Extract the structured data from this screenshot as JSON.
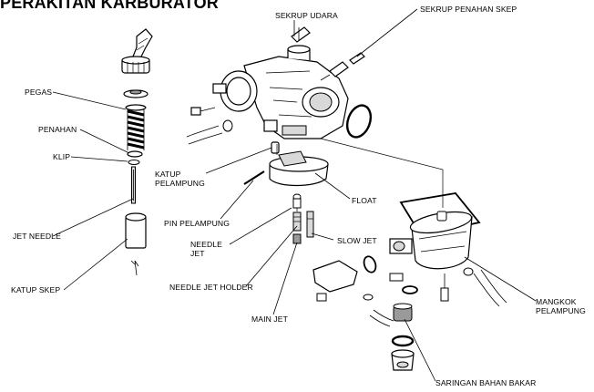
{
  "title": "PERAKITAN KARBURATOR",
  "labels": {
    "sekrup_udara": "SEKRUP UDARA",
    "sekrup_penahan_skep": "SEKRUP PENAHAN SKEP",
    "pegas": "PEGAS",
    "penahan": "PENAHAN",
    "klip": "KLIP",
    "katup_pelampung_1": "KATUP",
    "katup_pelampung_2": "PELAMPUNG",
    "float": "FLOAT",
    "pin_pelampung": "PIN PELAMPUNG",
    "jet_needle": "JET NEEDLE",
    "needle_jet_1": "NEEDLE",
    "needle_jet_2": "JET",
    "slow_jet": "SLOW JET",
    "katup_skep": "KATUP SKEP",
    "needle_jet_holder": "NEEDLE JET HOLDER",
    "main_jet": "MAIN JET",
    "mangkok_pelampung_1": "MANGKOK",
    "mangkok_pelampung_2": "PELAMPUNG",
    "saringan_bahan_bakar": "SARINGAN BAHAN BAKAR"
  }
}
